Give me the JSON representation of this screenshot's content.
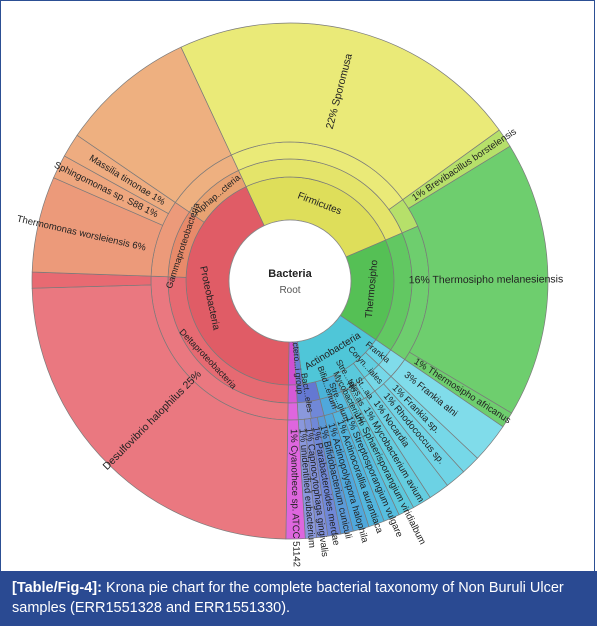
{
  "chart_data": {
    "type": "pie",
    "subtype": "krona-sunburst",
    "center": {
      "title": "Bacteria",
      "subtitle": "Root"
    },
    "rings": [
      {
        "level": 1,
        "segments": [
          {
            "name": "Firmicutes",
            "start": 0.0,
            "end": 0.255,
            "color": "#dede5a"
          },
          {
            "name": "Thermosipho",
            "start": 0.255,
            "end": 0.415,
            "color": "#55c055"
          },
          {
            "name": "Actinobacteria",
            "start": 0.415,
            "end": 0.55,
            "color": "#4fc6d8"
          },
          {
            "name": "Bactero...i group",
            "start": 0.55,
            "end": 0.56,
            "color": "#6b7fd6"
          },
          {
            "name": "",
            "start": 0.56,
            "end": 0.572,
            "color": "#d04fd0"
          },
          {
            "name": "Proteobacteria",
            "start": 0.572,
            "end": 1.0,
            "color": "#e05c66"
          }
        ]
      },
      {
        "level": 2,
        "segments": [
          {
            "name": "",
            "start": 0.0,
            "end": 0.255,
            "color": "#e4e46a"
          },
          {
            "name": "",
            "start": 0.255,
            "end": 0.415,
            "color": "#62c862"
          },
          {
            "name": "Frankia",
            "start": 0.415,
            "end": 0.44,
            "color": "#6ad4e4"
          },
          {
            "name": "Coryn...iales",
            "start": 0.44,
            "end": 0.465,
            "color": "#62cfe0"
          },
          {
            "name": "Stre...tales",
            "start": 0.465,
            "end": 0.5,
            "color": "#59c9dc"
          },
          {
            "name": "Bifid...erium",
            "start": 0.5,
            "end": 0.53,
            "color": "#4ab2d8"
          },
          {
            "name": "Bact...eles",
            "start": 0.53,
            "end": 0.56,
            "color": "#6478d2"
          },
          {
            "name": "",
            "start": 0.56,
            "end": 0.572,
            "color": "#d65ad6"
          },
          {
            "name": "Deltaproteobacteria",
            "start": 0.572,
            "end": 0.825,
            "color": "#e66a72"
          },
          {
            "name": "Gammaproteobacteria",
            "start": 0.825,
            "end": 0.915,
            "color": "#e88a6a"
          },
          {
            "name": "Alphap...cteria",
            "start": 0.915,
            "end": 1.0,
            "color": "#e8a272"
          }
        ]
      },
      {
        "level": 3,
        "segments": [
          {
            "name": "",
            "start": 0.0,
            "end": 0.22,
            "color": "#eaea78"
          },
          {
            "name": "",
            "start": 0.22,
            "end": 0.255,
            "color": "#b6e06a"
          },
          {
            "name": "",
            "start": 0.255,
            "end": 0.415,
            "color": "#6ece6e"
          },
          {
            "name": "",
            "start": 0.415,
            "end": 0.44,
            "color": "#80dcea"
          },
          {
            "name": "",
            "start": 0.44,
            "end": 0.465,
            "color": "#76d8e8"
          },
          {
            "name": "St...aa",
            "start": 0.465,
            "end": 0.48,
            "color": "#6cd2e4"
          },
          {
            "name": "No...as",
            "start": 0.48,
            "end": 0.49,
            "color": "#64cde0"
          },
          {
            "name": "Mycobacterium",
            "start": 0.49,
            "end": 0.5,
            "color": "#5cc8dc"
          },
          {
            "name": "Stre...gium",
            "start": 0.5,
            "end": 0.515,
            "color": "#56bee0"
          },
          {
            "name": "",
            "start": 0.515,
            "end": 0.53,
            "color": "#4fa8dc"
          },
          {
            "name": "",
            "start": 0.53,
            "end": 0.545,
            "color": "#7088d8"
          },
          {
            "name": "",
            "start": 0.545,
            "end": 0.56,
            "color": "#8a98dc"
          },
          {
            "name": "",
            "start": 0.56,
            "end": 0.572,
            "color": "#de66de"
          },
          {
            "name": "",
            "start": 0.572,
            "end": 0.825,
            "color": "#ea7880"
          },
          {
            "name": "",
            "start": 0.825,
            "end": 0.915,
            "color": "#ec9a7a"
          },
          {
            "name": "",
            "start": 0.915,
            "end": 1.0,
            "color": "#eeb080"
          }
        ]
      }
    ],
    "outer_ring": [
      {
        "name": "Sporomusa",
        "percent": "22%",
        "start": 0.0,
        "end": 0.22,
        "color": "#eaea78",
        "label_type": "radial-inner"
      },
      {
        "name": "Brevibacillus borstelensis",
        "percent": "1%",
        "start": 0.22,
        "end": 0.232,
        "color": "#b6e06a",
        "label_type": "radial"
      },
      {
        "name": "Thermosipho melanesiensis",
        "percent": "16%",
        "start": 0.232,
        "end": 0.405,
        "color": "#6ece6e",
        "label_type": "radial-inner"
      },
      {
        "name": "Thermosipho africanus",
        "percent": "1%",
        "start": 0.405,
        "end": 0.415,
        "color": "#6ece6e",
        "label_type": "radial"
      },
      {
        "name": "Frankia alni",
        "percent": "3%",
        "start": 0.415,
        "end": 0.44,
        "color": "#80dcea",
        "label_type": "radial"
      },
      {
        "name": "Frankia sp.",
        "percent": "1%",
        "start": 0.44,
        "end": 0.452,
        "color": "#76d8e8",
        "label_type": "radial"
      },
      {
        "name": "Rhodococcus sp.",
        "percent": "1%",
        "start": 0.452,
        "end": 0.465,
        "color": "#70d4e6",
        "label_type": "radial"
      },
      {
        "name": "Nocardia",
        "percent": "1%",
        "start": 0.465,
        "end": 0.478,
        "color": "#6cd2e4",
        "label_type": "radial"
      },
      {
        "name": "Mycobacterium avium",
        "percent": "1%",
        "start": 0.478,
        "end": 0.49,
        "color": "#64cde0",
        "label_type": "radial"
      },
      {
        "name": "Sphaerisporangium viridialbum",
        "percent": "1%",
        "start": 0.49,
        "end": 0.5,
        "color": "#5cc8dc",
        "label_type": "radial"
      },
      {
        "name": "Streptosporangium vulgare",
        "percent": "1%",
        "start": 0.5,
        "end": 0.51,
        "color": "#56bee0",
        "label_type": "radial"
      },
      {
        "name": "Actinocorallia aurantiaca",
        "percent": "1%",
        "start": 0.51,
        "end": 0.52,
        "color": "#52b6de",
        "label_type": "radial"
      },
      {
        "name": "Actinopolyspora halophila",
        "percent": "1%",
        "start": 0.52,
        "end": 0.53,
        "color": "#4fa8dc",
        "label_type": "radial"
      },
      {
        "name": "Bifidobacterium cuniculi",
        "percent": "1%",
        "start": 0.53,
        "end": 0.538,
        "color": "#5a9ad8",
        "label_type": "radial"
      },
      {
        "name": "Parabacteroides merdae",
        "percent": "1%",
        "start": 0.538,
        "end": 0.546,
        "color": "#7088d8",
        "label_type": "radial"
      },
      {
        "name": "Capnocytophaga gingivalis",
        "percent": "1%",
        "start": 0.546,
        "end": 0.553,
        "color": "#8090da",
        "label_type": "radial"
      },
      {
        "name": "unidentified eubacterium",
        "percent": "1%",
        "start": 0.553,
        "end": 0.56,
        "color": "#8a98dc",
        "label_type": "radial"
      },
      {
        "name": "Cyanothece sp. ATCC 51142",
        "percent": "1%",
        "start": 0.56,
        "end": 0.572,
        "color": "#de66de",
        "label_type": "radial"
      },
      {
        "name": "Desulfovibrio halophilus",
        "percent": "25%",
        "start": 0.572,
        "end": 0.815,
        "color": "#ea7880",
        "label_type": "radial-inner"
      },
      {
        "name": "",
        "percent": "",
        "start": 0.815,
        "end": 0.825,
        "color": "#e86a72",
        "label_type": "none"
      },
      {
        "name": "Thermomonas worsleiensis",
        "percent": "6%",
        "start": 0.825,
        "end": 0.885,
        "color": "#ec9a7a",
        "label_type": "radial"
      },
      {
        "name": "Sphingomonas sp. S88",
        "percent": "1%",
        "start": 0.885,
        "end": 0.9,
        "color": "#eea67e",
        "label_type": "radial"
      },
      {
        "name": "Massilia timonae",
        "percent": "1%",
        "start": 0.9,
        "end": 0.915,
        "color": "#eeac80",
        "label_type": "radial"
      },
      {
        "name": "",
        "percent": "",
        "start": 0.915,
        "end": 1.0,
        "color": "#eeb080",
        "label_type": "none"
      }
    ]
  },
  "caption": {
    "tag": "[Table/Fig-4]:",
    "text": "Krona pie chart for the complete bacterial taxonomy of Non Buruli Ulcer samples (ERR1551328 and ERR1551330)."
  }
}
